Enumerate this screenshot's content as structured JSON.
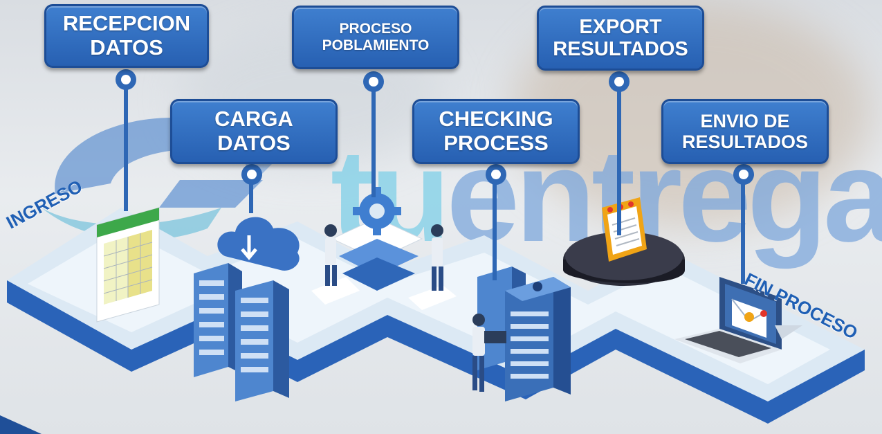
{
  "callouts": [
    {
      "line1": "RECEPCION",
      "line2": "DATOS"
    },
    {
      "line1": "CARGA",
      "line2": "DATOS"
    },
    {
      "line1": "PROCESO",
      "line2": "POBLAMIENTO"
    },
    {
      "line1": "CHECKING",
      "line2": "PROCESS"
    },
    {
      "line1": "EXPORT",
      "line2": "RESULTADOS"
    },
    {
      "line1": "ENVIO DE",
      "line2": "RESULTADOS"
    }
  ],
  "start_label": "INGRESO",
  "end_label": "FIN PROCESO",
  "watermark": {
    "brand": "tuentrega",
    "prefix": "tu",
    "suffix": "entrega"
  },
  "icons": [
    "spreadsheet-icon",
    "cloud-download-icon",
    "server-rack-icon",
    "gear-icon",
    "people-icon",
    "notepad-icon",
    "laptop-email-icon"
  ],
  "colors": {
    "callout": "#2e67b5",
    "platform_top": "#dbe8f3",
    "platform_side": "#2a63b8",
    "watermark": "#7ea8dc"
  }
}
